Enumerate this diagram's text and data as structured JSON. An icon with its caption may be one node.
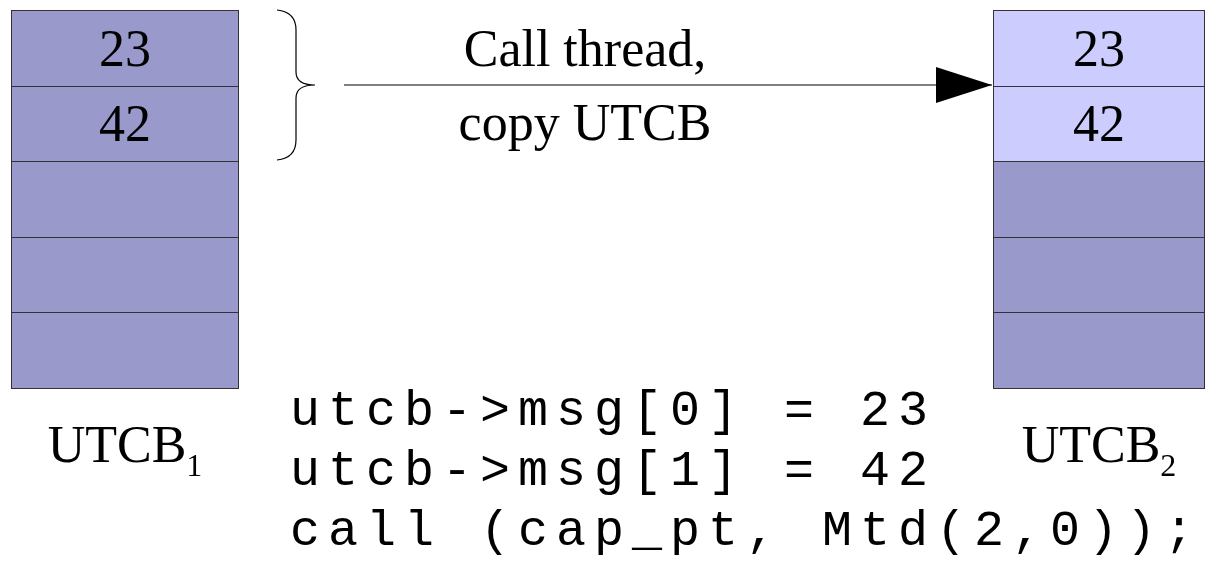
{
  "diagram": {
    "nodes": [
      {
        "text": [
          "UTCB$_{1}$"
        ]
      },
      {
        "text": [
          "23"
        ],
        "in": 0
      },
      {
        "text": [
          "42"
        ],
        "in": 0
      },
      {
        "text": [],
        "shape": "box",
        "in": 0
      },
      {
        "text": [],
        "shape": "box",
        "in": 0
      },
      {
        "text": [],
        "shape": "box",
        "in": 0
      },
      {
        "text": [
          "UTCB$_{2}$"
        ]
      },
      {
        "text": [
          "23"
        ],
        "in": 6
      },
      {
        "text": [
          "42"
        ],
        "in": 6
      },
      {
        "text": [],
        "shape": "box",
        "in": 6
      },
      {
        "text": [],
        "shape": "box",
        "in": 6
      },
      {
        "text": [],
        "shape": "box",
        "in": 6
      }
    ],
    "edges": [
      {
        "from": null,
        "to": 6,
        "arrow": "to",
        "label": "Call thread, copy UTCB"
      }
    ],
    "labels": [
      "utcb->msg[0] = 23",
      "utcb->msg[1] = 42",
      "call (cap_pt, Mtd(2,0));"
    ]
  }
}
